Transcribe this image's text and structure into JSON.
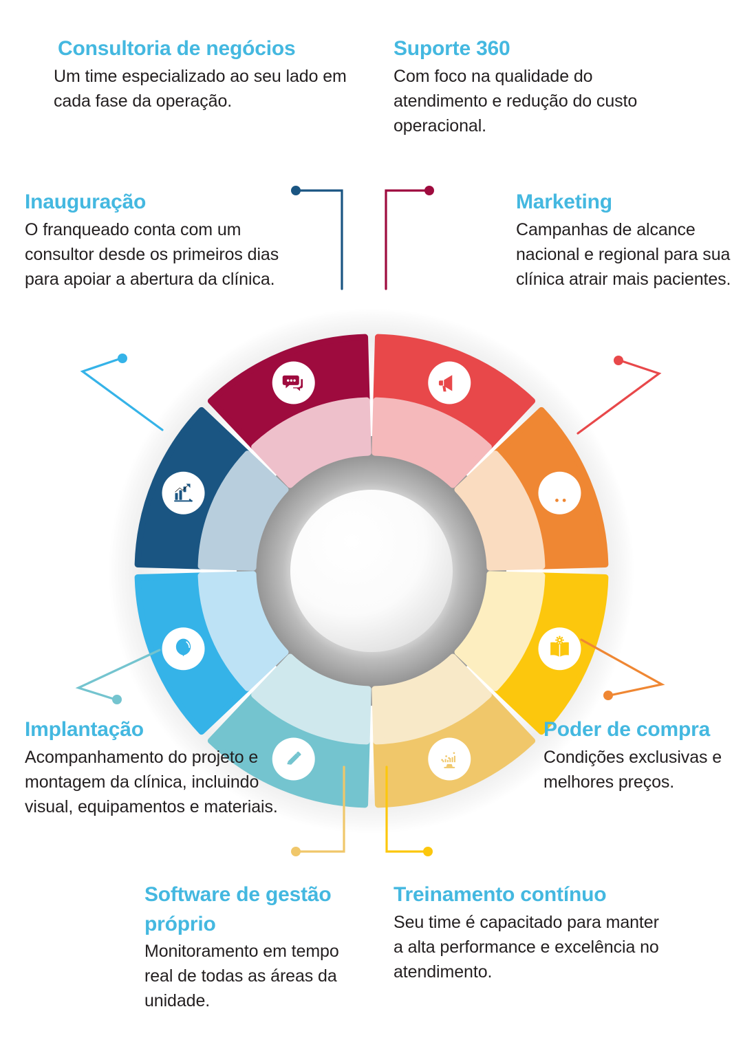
{
  "meta": {
    "layout": "circular-8-segment-infographic",
    "background": "#ffffff",
    "accent_title_color": "#44b8e0",
    "body_text_color": "#231f20"
  },
  "callouts": [
    {
      "key": "consultoria",
      "title": "Consultoria de negócios",
      "body": "Um time especializado ao seu lado em cada fase da operação.",
      "icon": "chart-magnifier-icon",
      "color": "#1a5582",
      "light_color": "#b8cedd"
    },
    {
      "key": "suporte",
      "title": "Suporte 360",
      "body": "Com foco na qualidade do atendimento e redução do custo operacional.",
      "icon": "chat-bubbles-icon",
      "color": "#9e0b3e",
      "light_color": "#eec0cb"
    },
    {
      "key": "inauguracao",
      "title": "Inauguração",
      "body": "O franqueado conta com um consultor desde os primeiros dias para apoiar a abertura da clínica.",
      "icon": "balloon-icon",
      "color": "#35b3e8",
      "light_color": "#bde2f5"
    },
    {
      "key": "marketing",
      "title": "Marketing",
      "body": "Campanhas de alcance nacional e regional para sua clínica atrair mais pacientes.",
      "icon": "megaphone-icon",
      "color": "#e8484a",
      "light_color": "#f5b9bb"
    },
    {
      "key": "implantacao",
      "title": "Implantação",
      "body": "Acompanhamento do projeto e montagem da clínica, incluindo visual, equipamentos e materiais.",
      "icon": "ruler-pencil-icon",
      "color": "#74c4cf",
      "light_color": "#cfe8ed"
    },
    {
      "key": "poder-de-compra",
      "title": "Poder de compra",
      "body": "Condições exclusivas e melhores preços.",
      "icon": "shopping-cart-icon",
      "color": "#ef8733",
      "light_color": "#fadcc0"
    },
    {
      "key": "software",
      "title": "Software de gestão próprio",
      "body": "Monitoramento em tempo real de todas as áreas da unidade.",
      "icon": "monitor-chart-icon",
      "color": "#f0c76a",
      "light_color": "#f8e9c8"
    },
    {
      "key": "treinamento",
      "title": "Treinamento contínuo",
      "body": "Seu time é capacitado para manter a alta performance e excelência no atendimento.",
      "icon": "book-gear-icon",
      "color": "#fcc70d",
      "light_color": "#fdeec0"
    }
  ],
  "wheel": {
    "hub_color_outer": "#8d8d8d",
    "hub_color_inner": "#ffffff",
    "segment_count": 8
  }
}
